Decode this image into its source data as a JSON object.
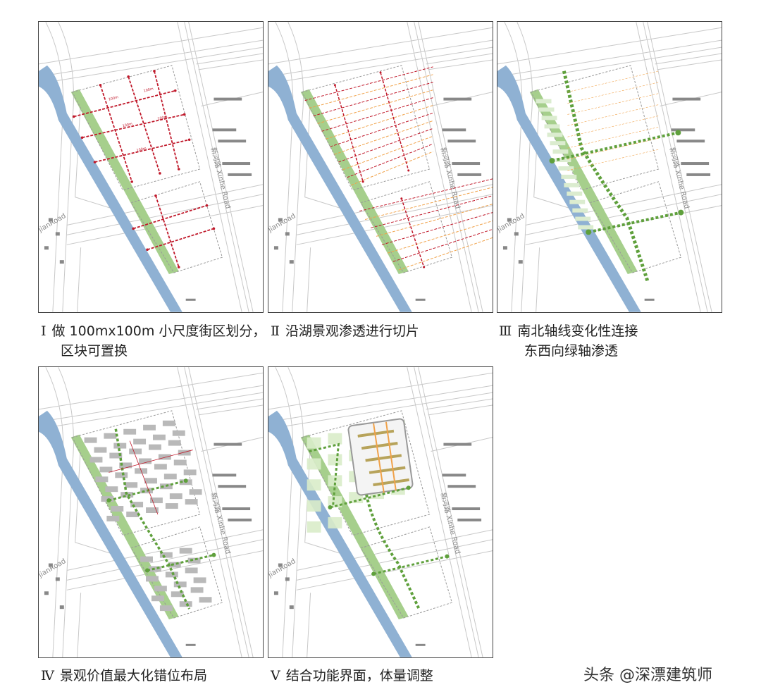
{
  "panels": [
    {
      "numeral": "Ⅰ",
      "caption_line1": "做 100mx100m 小尺度街区划分，",
      "caption_line2": "区块可置换",
      "overlay": "grid-arrows"
    },
    {
      "numeral": "Ⅱ",
      "caption_line1": "沿湖景观渗透进行切片",
      "caption_line2": "",
      "overlay": "slices"
    },
    {
      "numeral": "Ⅲ",
      "caption_line1": "南北轴线变化性连接",
      "caption_line2": "东西向绿轴渗透",
      "overlay": "green-axis"
    },
    {
      "numeral": "Ⅳ",
      "caption_line1": "景观价值最大化错位布局",
      "caption_line2": "",
      "overlay": "staggered"
    },
    {
      "numeral": "Ⅴ",
      "caption_line1": "结合功能界面，体量调整",
      "caption_line2": "",
      "overlay": "massing"
    }
  ],
  "map_labels": {
    "road_east": "新河路 Xinhe Road",
    "road_west": "jianRoad",
    "dimension": "100m"
  },
  "colors": {
    "river": "#8fb1d3",
    "green_strip": "#a6cf8c",
    "red_arrow": "#c0182a",
    "orange": "#f0a24a",
    "green_axis": "#5fa03c",
    "building": "#b9b9b9"
  },
  "watermark": "头条 @深漂建筑师"
}
